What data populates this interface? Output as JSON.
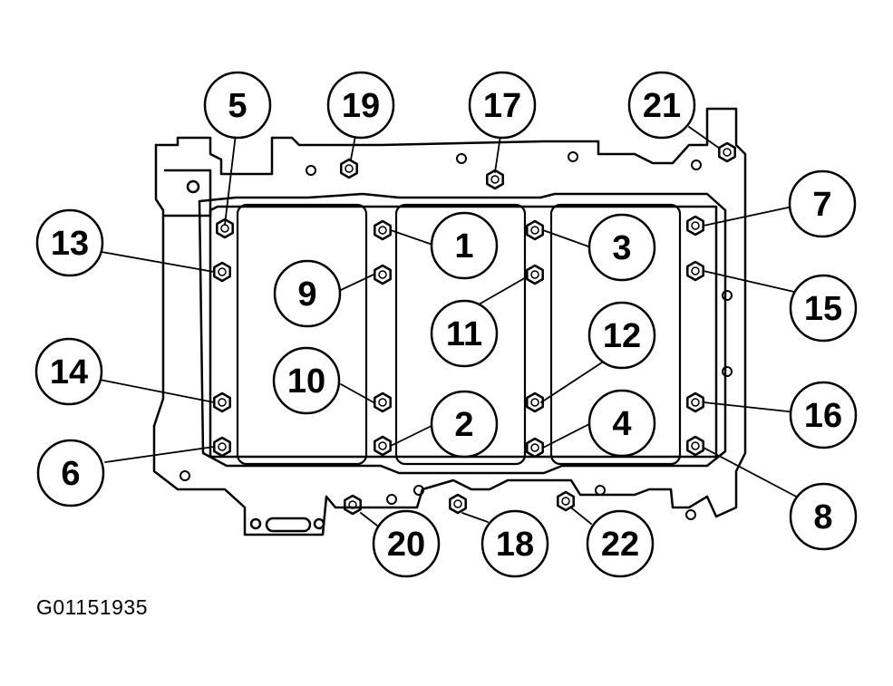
{
  "figure_id": "G01151935",
  "colors": {
    "ink": "#000000",
    "paper": "#ffffff"
  },
  "callouts": [
    "1",
    "2",
    "3",
    "4",
    "5",
    "6",
    "7",
    "8",
    "9",
    "10",
    "11",
    "12",
    "13",
    "14",
    "15",
    "16",
    "17",
    "18",
    "19",
    "20",
    "21",
    "22"
  ]
}
